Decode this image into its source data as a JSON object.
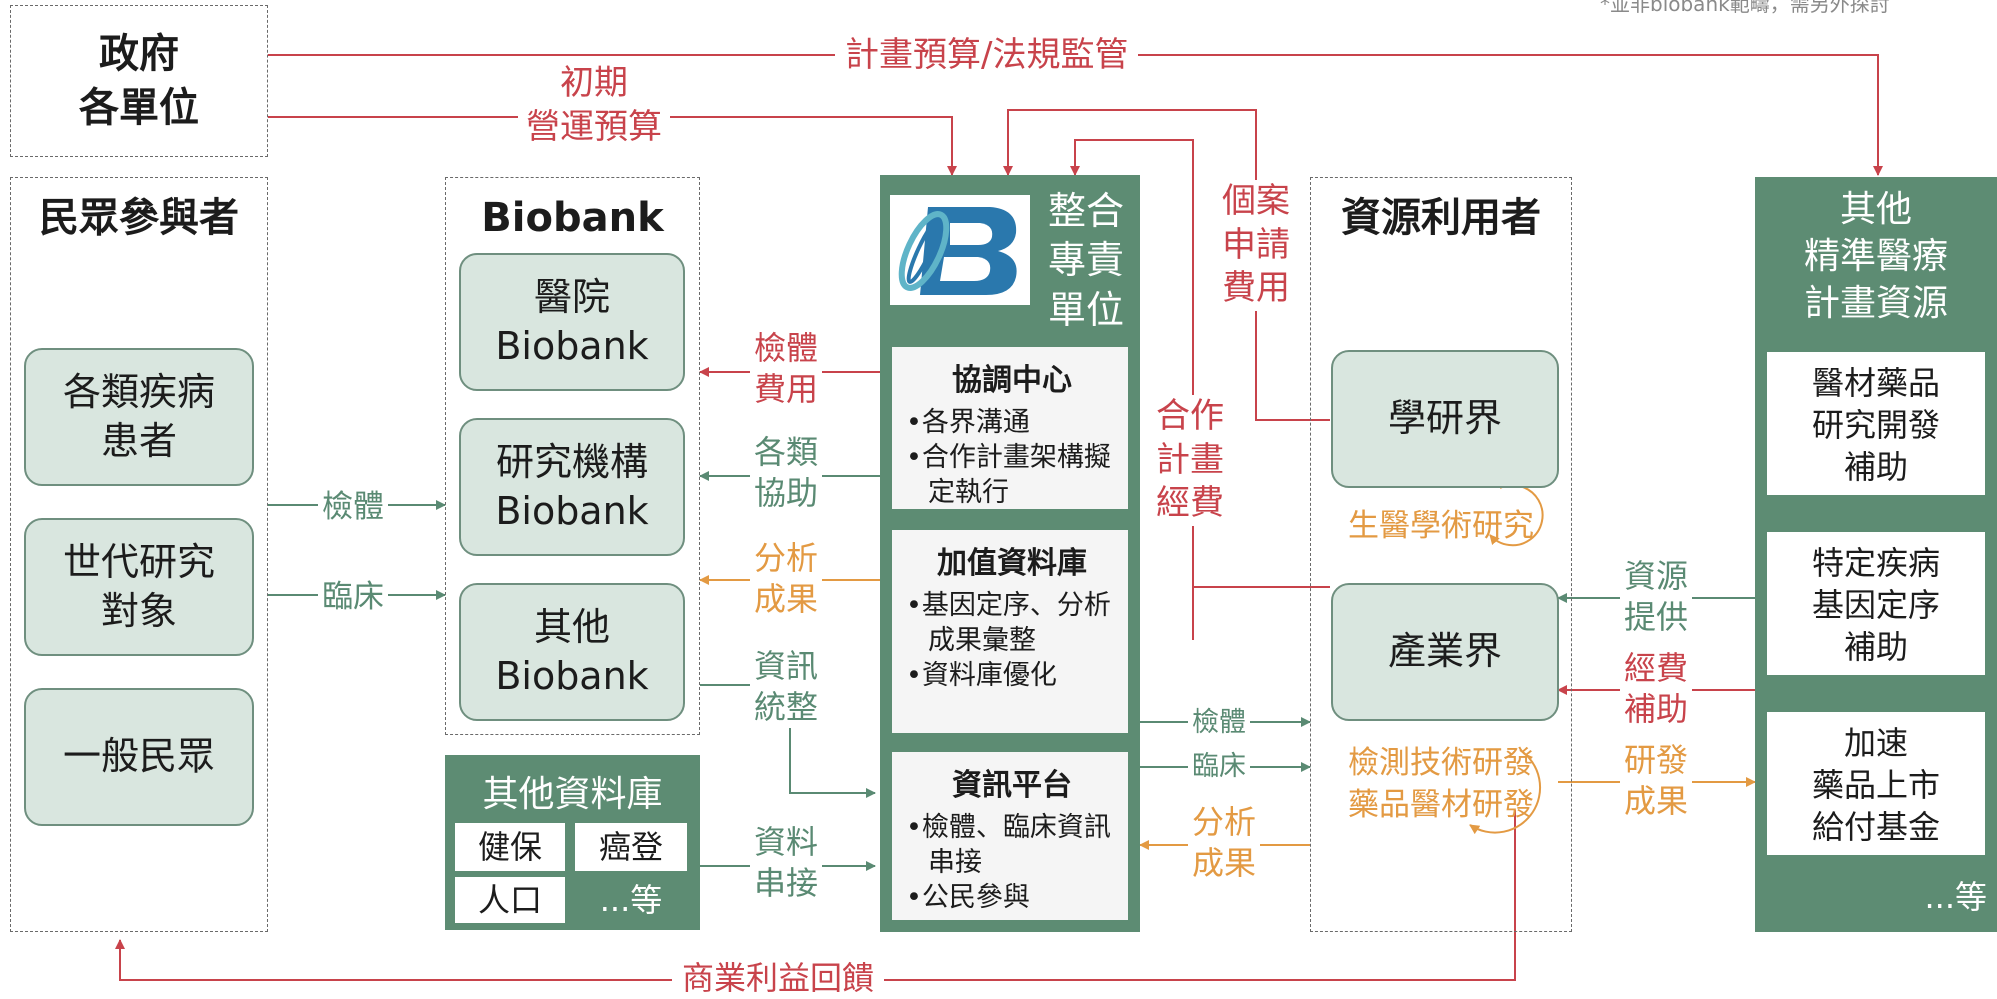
{
  "note": "*並非biobank範疇，需另外探討",
  "government": {
    "line1": "政府",
    "line2": "各單位"
  },
  "participants": {
    "title": "民眾參與者",
    "items": [
      {
        "label": "各類疾病\n患者"
      },
      {
        "label": "世代研究\n對象"
      },
      {
        "label": "一般民眾"
      }
    ]
  },
  "biobank": {
    "title": "Biobank",
    "items": [
      {
        "label": "醫院\nBiobank"
      },
      {
        "label": "研究機構\nBiobank"
      },
      {
        "label": "其他\nBiobank"
      }
    ]
  },
  "other_db": {
    "title": "其他資料庫",
    "items": [
      "健保",
      "癌登",
      "人口",
      "...等"
    ]
  },
  "center": {
    "title": "整合\n專責\n單位",
    "sections": [
      {
        "heading": "協調中心",
        "bullets": [
          "•各界溝通",
          "•合作計畫架構擬定執行"
        ]
      },
      {
        "heading": "加值資料庫",
        "bullets": [
          "•基因定序、分析成果彙整",
          "•資料庫優化"
        ]
      },
      {
        "heading": "資訊平台",
        "bullets": [
          "•檢體、臨床資訊串接",
          "•公民參與"
        ]
      }
    ]
  },
  "users": {
    "title": "資源利用者",
    "academia": "學研界",
    "academia_loop": "生醫學術研究",
    "industry": "產業界",
    "industry_loop": "檢測技術研發\n藥品醫材研發"
  },
  "other_resources": {
    "title": "其他\n精準醫療\n計畫資源",
    "items": [
      "醫材藥品\n研究開發\n補助",
      "特定疾病\n基因定序\n補助",
      "加速\n藥品上市\n給付基金"
    ],
    "more": "...等"
  },
  "flows": {
    "budget_regulation": "計畫預算/法規監管",
    "initial_budget": "初期\n營運預算",
    "case_fee": "個案\n申請\n費用",
    "coop_funding": "合作\n計畫\n經費",
    "specimen": "檢體",
    "clinical": "臨床",
    "specimen_fee": "檢體\n費用",
    "assistance": "各類\n協助",
    "analysis_result": "分析\n成果",
    "info_integration": "資訊\n統整",
    "data_link": "資料\n串接",
    "specimen2": "檢體",
    "clinical2": "臨床",
    "analysis_result2": "分析\n成果",
    "resource_provide": "資源\n提供",
    "funding_support": "經費\n補助",
    "rd_result": "研發\n成果",
    "commercial_feedback": "商業利益回饋"
  },
  "colors": {
    "red": "#c8434b",
    "green": "#5a8a73",
    "orange": "#e39a43",
    "panel": "#5d8c73",
    "box": "#d9e6df"
  }
}
